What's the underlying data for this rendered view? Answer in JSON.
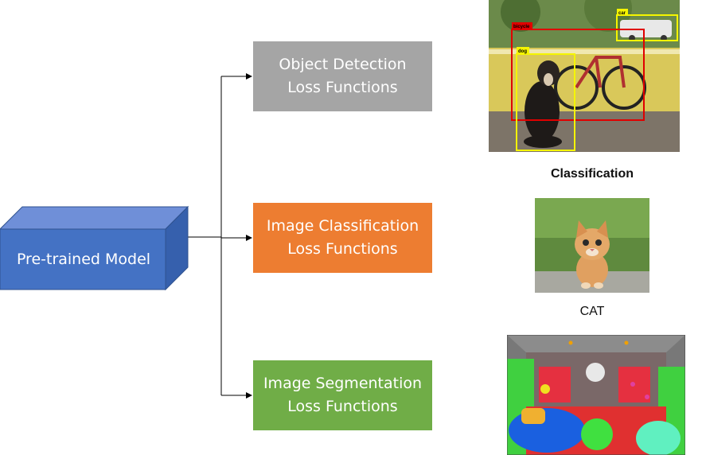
{
  "model": {
    "label": "Pre-trained Model"
  },
  "branches": [
    {
      "label": "Object Detection\nLoss Functions",
      "color": "#a5a5a5"
    },
    {
      "label": "Image Classification\nLoss Functions",
      "color": "#ed7d31"
    },
    {
      "label": "Image Segmentation\nLoss Functions",
      "color": "#70ad47"
    }
  ],
  "detection": {
    "labels": {
      "car": "car",
      "bicycle": "bicycle",
      "dog": "dog"
    }
  },
  "classification": {
    "heading": "Classification",
    "caption": "CAT"
  },
  "colors": {
    "model_front": "#4472c4",
    "model_top": "#6f8fd8",
    "model_side": "#3660ad",
    "arrow": "#000000"
  }
}
